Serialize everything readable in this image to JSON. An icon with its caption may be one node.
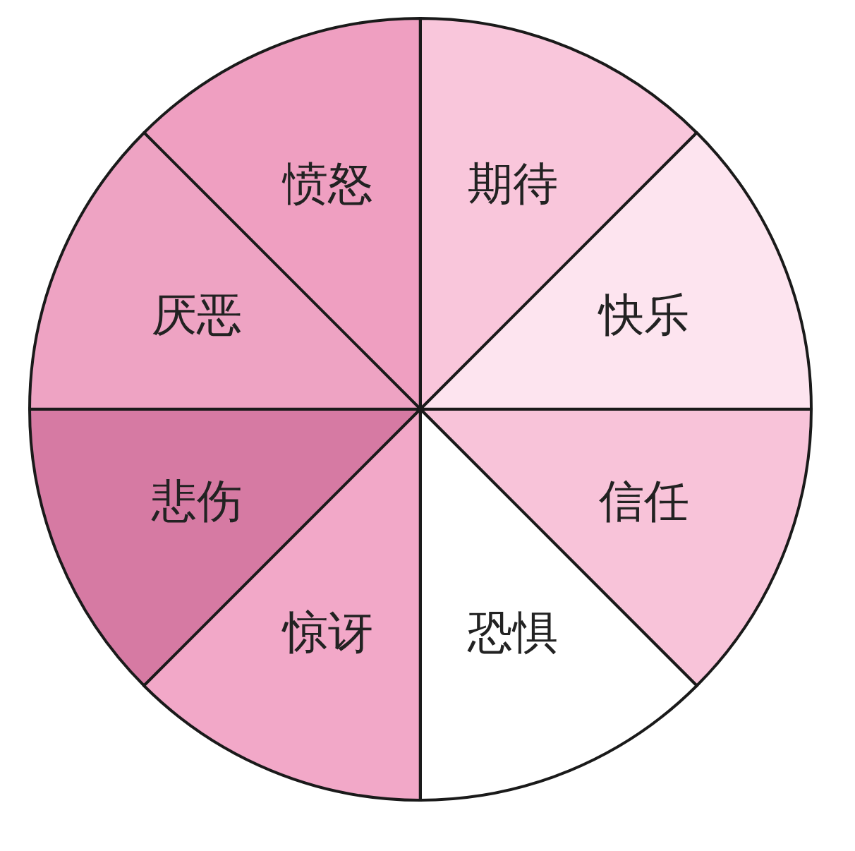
{
  "diagram": {
    "nodes": [
      {
        "text": [
          "愤怒"
        ]
      },
      {
        "text": [
          "期待"
        ]
      },
      {
        "text": [
          "厌恶"
        ]
      },
      {
        "text": [
          "快乐"
        ]
      },
      {
        "text": [
          "悲伤"
        ]
      },
      {
        "text": [
          "信任"
        ]
      },
      {
        "text": [
          "惊讶"
        ]
      },
      {
        "text": [
          "恐惧"
        ]
      }
    ]
  }
}
